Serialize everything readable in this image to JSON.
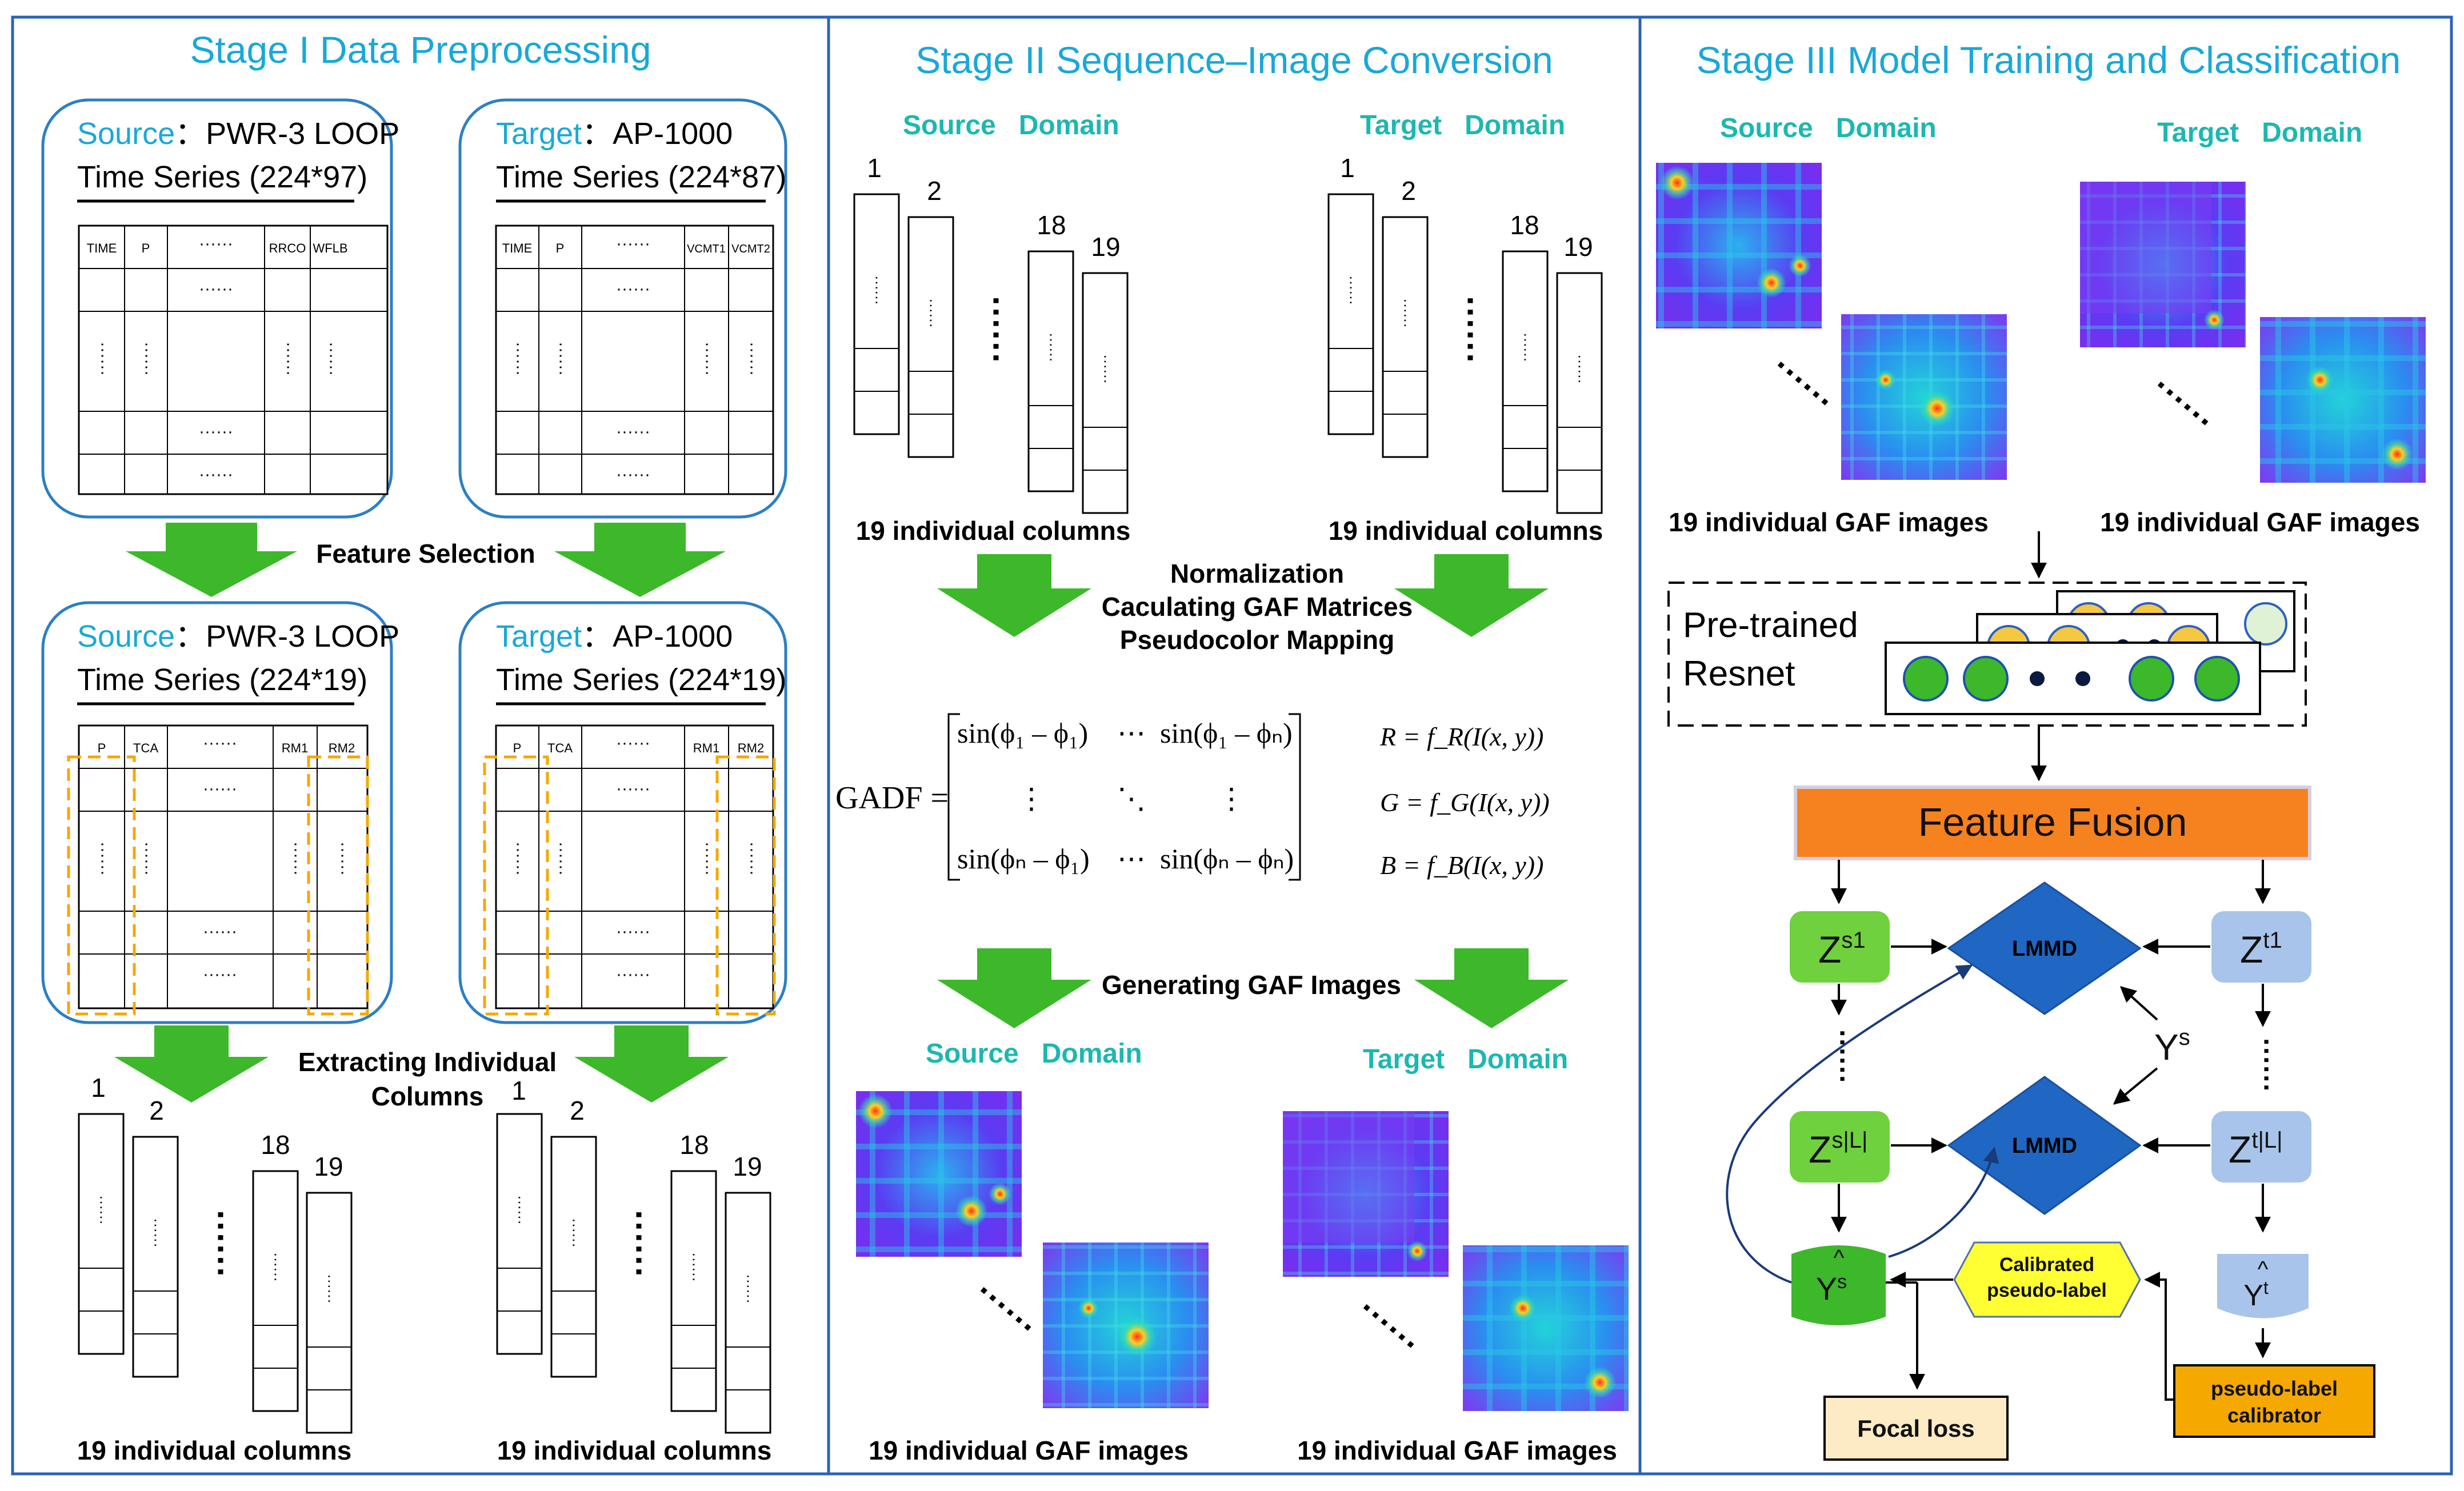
{
  "stage1": {
    "title": "Stage I  Data Preprocessing",
    "source_label": "Source",
    "source_value": "：PWR-3 LOOP",
    "source_series": "Time Series (224*97)",
    "target_label": "Target",
    "target_value": "：AP-1000",
    "target_series": "Time Series (224*87)",
    "source_cols": [
      "TIME",
      "P",
      "······",
      "RRCO",
      "WFLB"
    ],
    "target_cols": [
      "TIME",
      "P",
      "······",
      "VCMT1",
      "VCMT2"
    ],
    "feature_selection": "Feature Selection",
    "source_series2": "Time Series (224*19)",
    "target_series2": "Time Series (224*19)",
    "sel_cols": [
      "P",
      "TCA",
      "······",
      "RM1",
      "RM2"
    ],
    "extract_line1": "Extracting Individual",
    "extract_line2": "Columns",
    "col_nums": [
      "1",
      "2",
      "18",
      "19"
    ],
    "caption": "19 individual columns"
  },
  "stage2": {
    "title": "Stage II  Sequence–Image Conversion",
    "source_domain": "Source   Domain",
    "target_domain": "Target   Domain",
    "col_nums": [
      "1",
      "2",
      "18",
      "19"
    ],
    "caption_cols": "19 individual columns",
    "steps": [
      "Normalization",
      "Caculating GAF  Matrices",
      "Pseudocolor Mapping"
    ],
    "gadf": "GADF =",
    "matrix": {
      "r1c1": "sin(ϕ₁ – ϕ₁)",
      "r1c2": "⋯",
      "r1c3": "sin(ϕ₁ – ϕₙ)",
      "r2c1": "⋮",
      "r2c2": "⋱",
      "r2c3": "⋮",
      "r3c1": "sin(ϕₙ – ϕ₁)",
      "r3c2": "⋯",
      "r3c3": "sin(ϕₙ – ϕₙ)"
    },
    "eq_r": "R = f_R(I(x, y))",
    "eq_g": "G = f_G(I(x, y))",
    "eq_b": "B = f_B(I(x, y))",
    "generating": "Generating  GAF Images",
    "caption_imgs": "19 individual GAF images"
  },
  "stage3": {
    "title": "Stage III  Model Training and Classification",
    "source_domain": "Source   Domain",
    "target_domain": "Target   Domain",
    "caption_imgs": "19 individual GAF images",
    "pretrained1": "Pre-trained",
    "pretrained2": "Resnet",
    "fusion": "Feature Fusion",
    "zs1": "Z",
    "zs1_sup": "s1",
    "zt1": "Z",
    "zt1_sup": "t1",
    "zsl": "Z",
    "zsl_sup": "s|L|",
    "ztl": "Z",
    "ztl_sup": "t|L|",
    "lmmd": "LMMD",
    "ys": "Y",
    "ys_sup": "s",
    "yhat_s": "Y",
    "yhat_s_sup": "s",
    "yhat_t": "Y",
    "yhat_t_sup": "t",
    "calibrated1": "Calibrated",
    "calibrated2": "pseudo-label",
    "focal": "Focal  loss",
    "calibrator1": "pseudo-label",
    "calibrator2": "calibrator"
  },
  "colors": {
    "blue_title": "#19a8d8",
    "teal": "#1cb8b0",
    "arrow_green": "#3cb82a",
    "fusion_orange": "#f5821f",
    "lmmd_blue": "#1f67c2",
    "z_source_green": "#6fd13d",
    "z_target_blue": "#a8c4ea",
    "calibrated_yellow": "#ffff33",
    "calibrator_orange": "#f5a800",
    "focal_beige": "#fcebc5"
  }
}
